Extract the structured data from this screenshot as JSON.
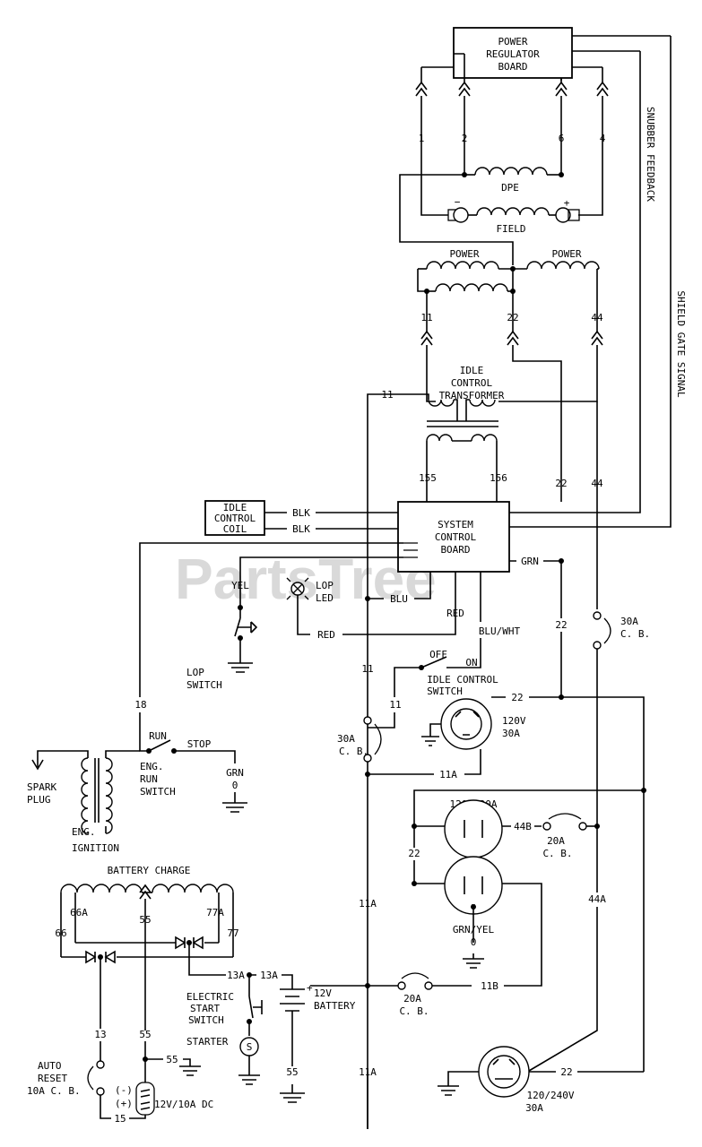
{
  "watermark": "PartsTree",
  "blocks": {
    "power_regulator": [
      "POWER",
      "REGULATOR",
      "BOARD"
    ],
    "system_control": [
      "SYSTEM",
      "CONTROL",
      "BOARD"
    ],
    "idle_control_coil": [
      "IDLE",
      "CONTROL",
      "COIL"
    ],
    "idle_control_transformer": [
      "IDLE",
      "CONTROL",
      "TRANSFORMER"
    ]
  },
  "windings": {
    "dpe": "DPE",
    "field": "FIELD",
    "power_left": "POWER",
    "power_right": "POWER",
    "battery_charge": "BATTERY CHARGE",
    "field_minus": "−",
    "field_plus": "+"
  },
  "side_labels": {
    "snubber_feedback": "SNUBBER FEEDBACK",
    "shield_gate_signal": "SHIELD GATE SIGNAL"
  },
  "wires": {
    "w1": "1",
    "w2": "2",
    "w6": "6",
    "w4": "4",
    "w11a": "11",
    "w22a": "22",
    "w44a": "44",
    "w11b": "11",
    "w155": "155",
    "w156": "156",
    "w22b": "22",
    "w44b": "44",
    "w22c": "22",
    "w11c": "11",
    "w11d": "11",
    "w18": "18",
    "w22d": "22",
    "w11A_a": "11A",
    "w44B": "44B",
    "w22e": "22",
    "w11A_b": "11A",
    "w44A": "44A",
    "w13A_a": "13A",
    "w13A_b": "13A",
    "w11B": "11B",
    "w66A": "66A",
    "w55a": "55",
    "w77A": "77A",
    "w66": "66",
    "w77": "77",
    "w13": "13",
    "w55b": "55",
    "w55c": "55",
    "w15": "15",
    "w55d": "55",
    "w11A_c": "11A",
    "w22f": "22",
    "blk1": "BLK",
    "blk2": "BLK",
    "grn": "GRN",
    "blu": "BLU",
    "red1": "RED",
    "red2": "RED",
    "blu_wht": "BLU/WHT",
    "yel": "YEL"
  },
  "components": {
    "lop_led": [
      "LOP",
      "LED"
    ],
    "lop_switch": [
      "LOP",
      "SWITCH"
    ],
    "idle_switch": [
      "IDLE CONTROL",
      "SWITCH"
    ],
    "idle_off": "OFF",
    "idle_on": "ON",
    "cb30_right": [
      "30A",
      "C. B."
    ],
    "cb30_left": [
      "30A",
      "C. B."
    ],
    "cb20_upper": [
      "20A",
      "C. B."
    ],
    "cb20_lower": [
      "20A",
      "C. B."
    ],
    "recept_120v30a": [
      "120V",
      "30A"
    ],
    "recept_120v20a": "120V 20A",
    "grn_yel": [
      "GRN/YEL",
      "0"
    ],
    "run": "RUN",
    "stop": "STOP",
    "eng_run_switch": [
      "ENG.",
      "RUN",
      "SWITCH"
    ],
    "grn0": [
      "GRN",
      "0"
    ],
    "spark_plug": [
      "SPARK",
      "PLUG"
    ],
    "eng_ignition": [
      "ENG.",
      "IGNITION"
    ],
    "electric_start": [
      "ELECTRIC",
      "START",
      "SWITCH"
    ],
    "starter": "STARTER",
    "starter_symbol": "S",
    "battery": [
      "12V",
      "BATTERY"
    ],
    "battery_plus": "+",
    "auto_reset": [
      "AUTO",
      "RESET",
      "10A C. B."
    ],
    "minus": "(-)",
    "plus": "(+)",
    "dc_out": "12V/10A DC",
    "recept_120_240": [
      "120/240V",
      "30A"
    ]
  }
}
